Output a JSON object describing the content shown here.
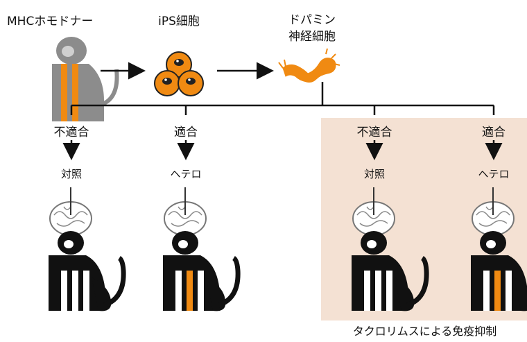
{
  "top": {
    "donor_label": "MHCホモドナー",
    "ips_label": "iPS細胞",
    "dopamine_label_line1": "ドパミン",
    "dopamine_label_line2": "神経細胞"
  },
  "groups": [
    {
      "match_label": "不適合",
      "result_label": "対照",
      "stripe": "white",
      "immunosuppressed": false
    },
    {
      "match_label": "適合",
      "result_label": "ヘテロ",
      "stripe": "orange",
      "immunosuppressed": false
    },
    {
      "match_label": "不適合",
      "result_label": "対照",
      "stripe": "white",
      "immunosuppressed": true
    },
    {
      "match_label": "適合",
      "result_label": "ヘテロ",
      "stripe": "orange",
      "immunosuppressed": true
    }
  ],
  "immunosuppression_caption": "タクロリムスによる免疫抑制",
  "colors": {
    "orange": "#f08a12",
    "donor_gray": "#8c8c8c",
    "shade": "#f4e1d3",
    "monkey_black": "#111111"
  }
}
